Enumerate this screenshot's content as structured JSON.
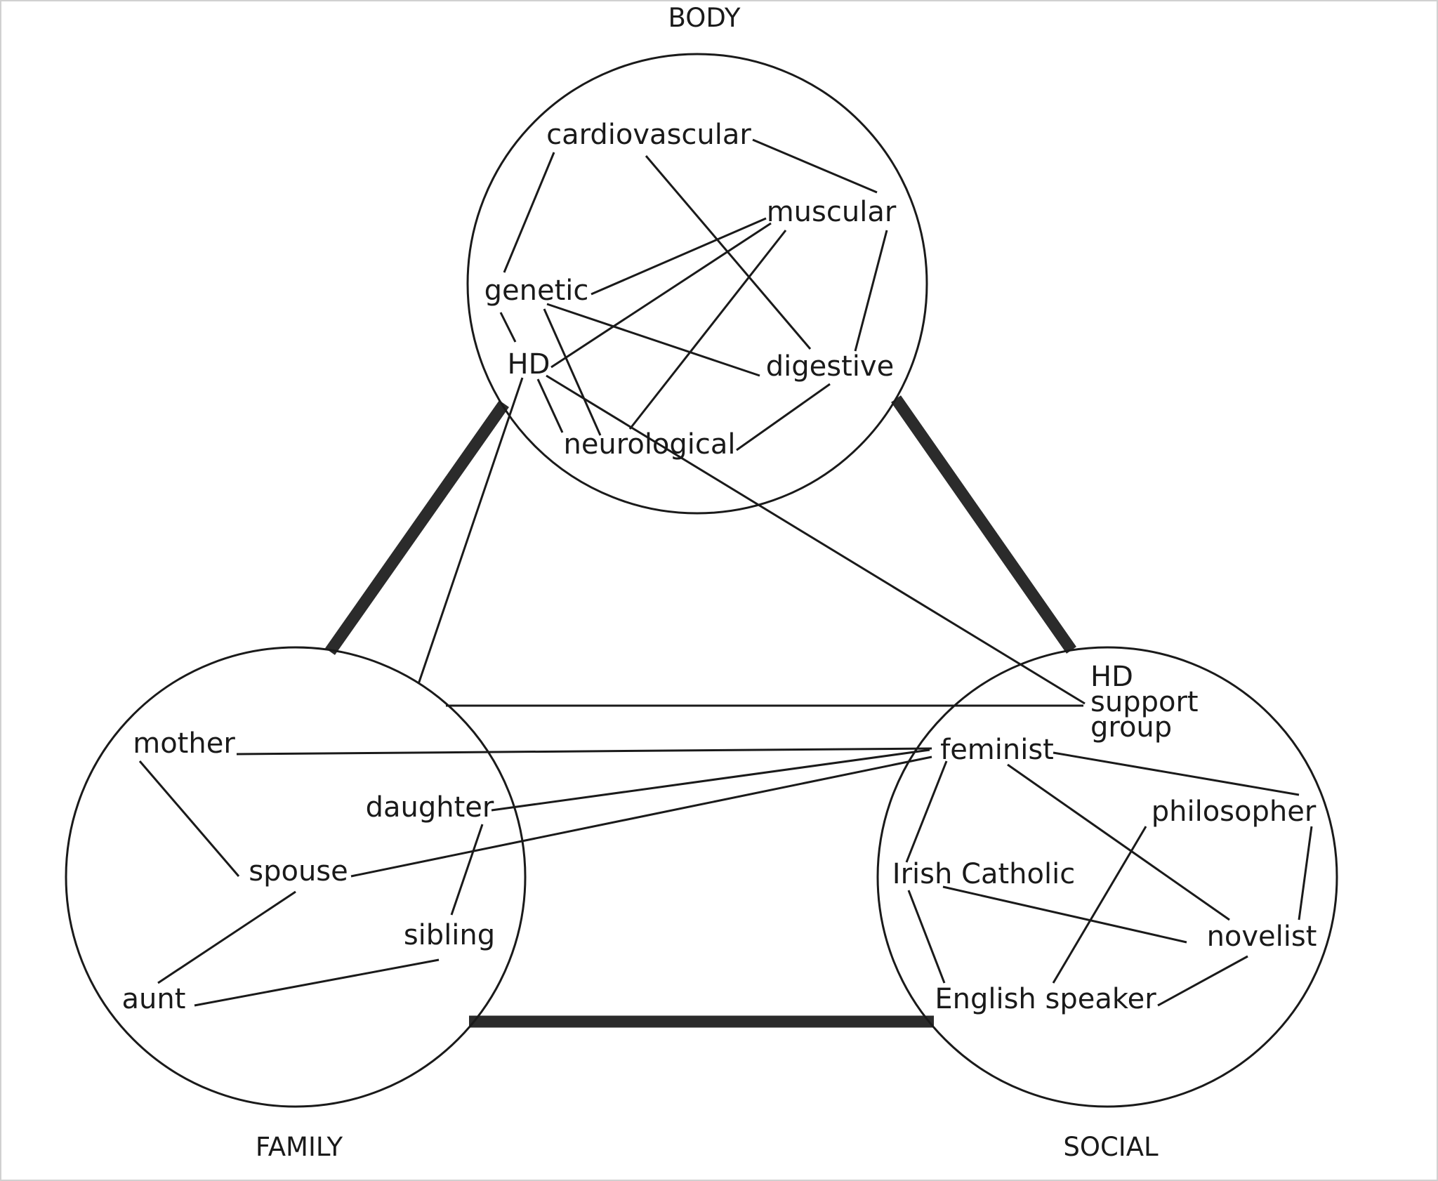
{
  "groups": {
    "body": "BODY",
    "family": "FAMILY",
    "social": "SOCIAL"
  },
  "nodes": {
    "cardiovascular": "cardiovascular",
    "muscular": "muscular",
    "genetic": "genetic",
    "hd": "HD",
    "digestive": "digestive",
    "neurological": "neurological",
    "mother": "mother",
    "daughter": "daughter",
    "spouse": "spouse",
    "sibling": "sibling",
    "aunt": "aunt",
    "hd_support_line1": "HD",
    "hd_support_line2": "support",
    "hd_support_line3": "group",
    "feminist": "feminist",
    "philosopher": "philosopher",
    "irish_catholic": "Irish Catholic",
    "novelist": "novelist",
    "english_speaker": "English speaker"
  },
  "edges": [
    [
      "cardiovascular",
      "muscular"
    ],
    [
      "cardiovascular",
      "genetic"
    ],
    [
      "cardiovascular",
      "digestive"
    ],
    [
      "muscular",
      "genetic"
    ],
    [
      "muscular",
      "HD"
    ],
    [
      "muscular",
      "neurological"
    ],
    [
      "muscular",
      "digestive"
    ],
    [
      "genetic",
      "HD"
    ],
    [
      "genetic",
      "digestive"
    ],
    [
      "genetic",
      "neurological"
    ],
    [
      "HD",
      "neurological"
    ],
    [
      "digestive",
      "neurological"
    ],
    [
      "HD",
      "HD support group"
    ],
    [
      "HD",
      "FAMILY"
    ],
    [
      "FAMILY",
      "HD support group"
    ],
    [
      "mother",
      "feminist"
    ],
    [
      "daughter",
      "feminist"
    ],
    [
      "spouse",
      "feminist"
    ],
    [
      "mother",
      "spouse"
    ],
    [
      "daughter",
      "sibling"
    ],
    [
      "spouse",
      "aunt"
    ],
    [
      "sibling",
      "aunt"
    ],
    [
      "feminist",
      "philosopher"
    ],
    [
      "feminist",
      "Irish Catholic"
    ],
    [
      "feminist",
      "novelist"
    ],
    [
      "philosopher",
      "novelist"
    ],
    [
      "philosopher",
      "English speaker"
    ],
    [
      "Irish Catholic",
      "novelist"
    ],
    [
      "Irish Catholic",
      "English speaker"
    ],
    [
      "novelist",
      "English speaker"
    ],
    [
      "BODY",
      "FAMILY"
    ],
    [
      "BODY",
      "SOCIAL"
    ],
    [
      "FAMILY",
      "SOCIAL"
    ]
  ]
}
